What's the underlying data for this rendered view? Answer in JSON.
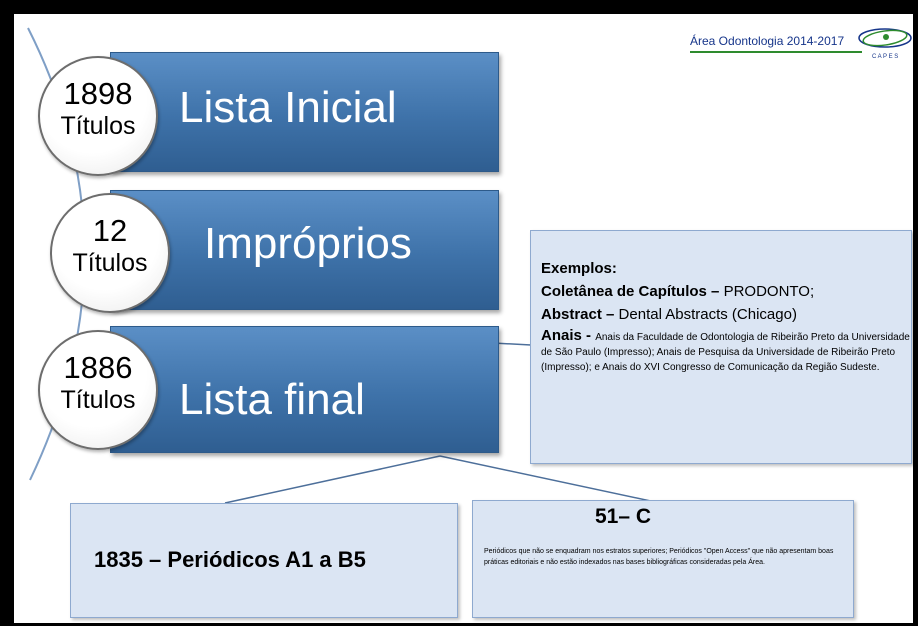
{
  "header": {
    "area_label": "Área Odontologia 2014-2017",
    "logo_text": "C A P E S"
  },
  "stages": [
    {
      "count": "1898",
      "unit": "Títulos",
      "label": "Lista Inicial"
    },
    {
      "count": "12",
      "unit": "Títulos",
      "label": "Impróprios"
    },
    {
      "count": "1886",
      "unit": "Títulos",
      "label": "Lista final"
    }
  ],
  "examples": {
    "title": "Exemplos:",
    "items": [
      {
        "term": "Coletânea de Capítulos",
        "sep": " – ",
        "detail": " PRODONTO;"
      },
      {
        "term": "Abstract",
        "sep": " – ",
        "detail": "Dental Abstracts (Chicago)"
      },
      {
        "term": "Anais",
        "sep": " - ",
        "detail": "Anais da Faculdade de Odontologia de Ribeirão Preto da Universidade de São Paulo (Impresso); Anais de Pesquisa da Universidade de Ribeirão Preto (Impresso); e Anais do XVI Congresso de Comunicação da Região Sudeste."
      }
    ]
  },
  "periodicos": {
    "label": "1835 – Periódicos A1 a B5"
  },
  "qualis_c": {
    "title": "51– C",
    "description": "Periódicos que não se enquadram nos estratos superiores; Periódicos \"Open Access\" que não apresentam boas práticas editoriais e não estão indexados nas bases bibliográficas consideradas pela Área."
  },
  "colors": {
    "band": "#3e72a9",
    "box": "#dbe5f3",
    "logo_green": "#2e8b2e",
    "logo_blue": "#16358a"
  }
}
